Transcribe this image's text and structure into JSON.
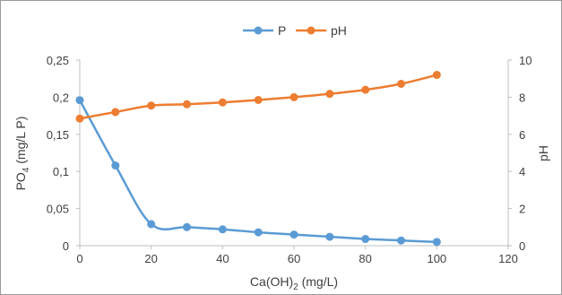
{
  "chart_data": {
    "type": "line",
    "x": [
      0,
      10,
      20,
      30,
      40,
      50,
      60,
      70,
      80,
      90,
      100
    ],
    "series": [
      {
        "name": "P",
        "axis": "left",
        "color": "#5b9bd5",
        "values": [
          0.196,
          0.108,
          0.029,
          0.025,
          0.022,
          0.018,
          0.015,
          0.012,
          0.009,
          0.007,
          0.005
        ]
      },
      {
        "name": "pH",
        "axis": "right",
        "color": "#ed7d31",
        "values": [
          6.85,
          7.2,
          7.55,
          7.62,
          7.72,
          7.85,
          8.0,
          8.18,
          8.4,
          8.72,
          9.2
        ]
      }
    ],
    "xlim": [
      0,
      120
    ],
    "xticks": [
      "0",
      "20",
      "40",
      "60",
      "80",
      "100",
      "120"
    ],
    "ylim_left": [
      0,
      0.25
    ],
    "yticks_left": [
      "0",
      "0,05",
      "0,1",
      "0,15",
      "0,2",
      "0,25"
    ],
    "ylim_right": [
      0,
      10
    ],
    "yticks_right": [
      "0",
      "2",
      "4",
      "6",
      "8",
      "10"
    ],
    "xlabel_main": "Ca(OH)",
    "xlabel_sub": "2",
    "xlabel_tail": " (mg/L)",
    "ylabel_left_main": "PO",
    "ylabel_left_sub": "4",
    "ylabel_left_tail": " (mg/L P)",
    "ylabel_right": "pH",
    "grid": false,
    "legend_position": "top"
  }
}
